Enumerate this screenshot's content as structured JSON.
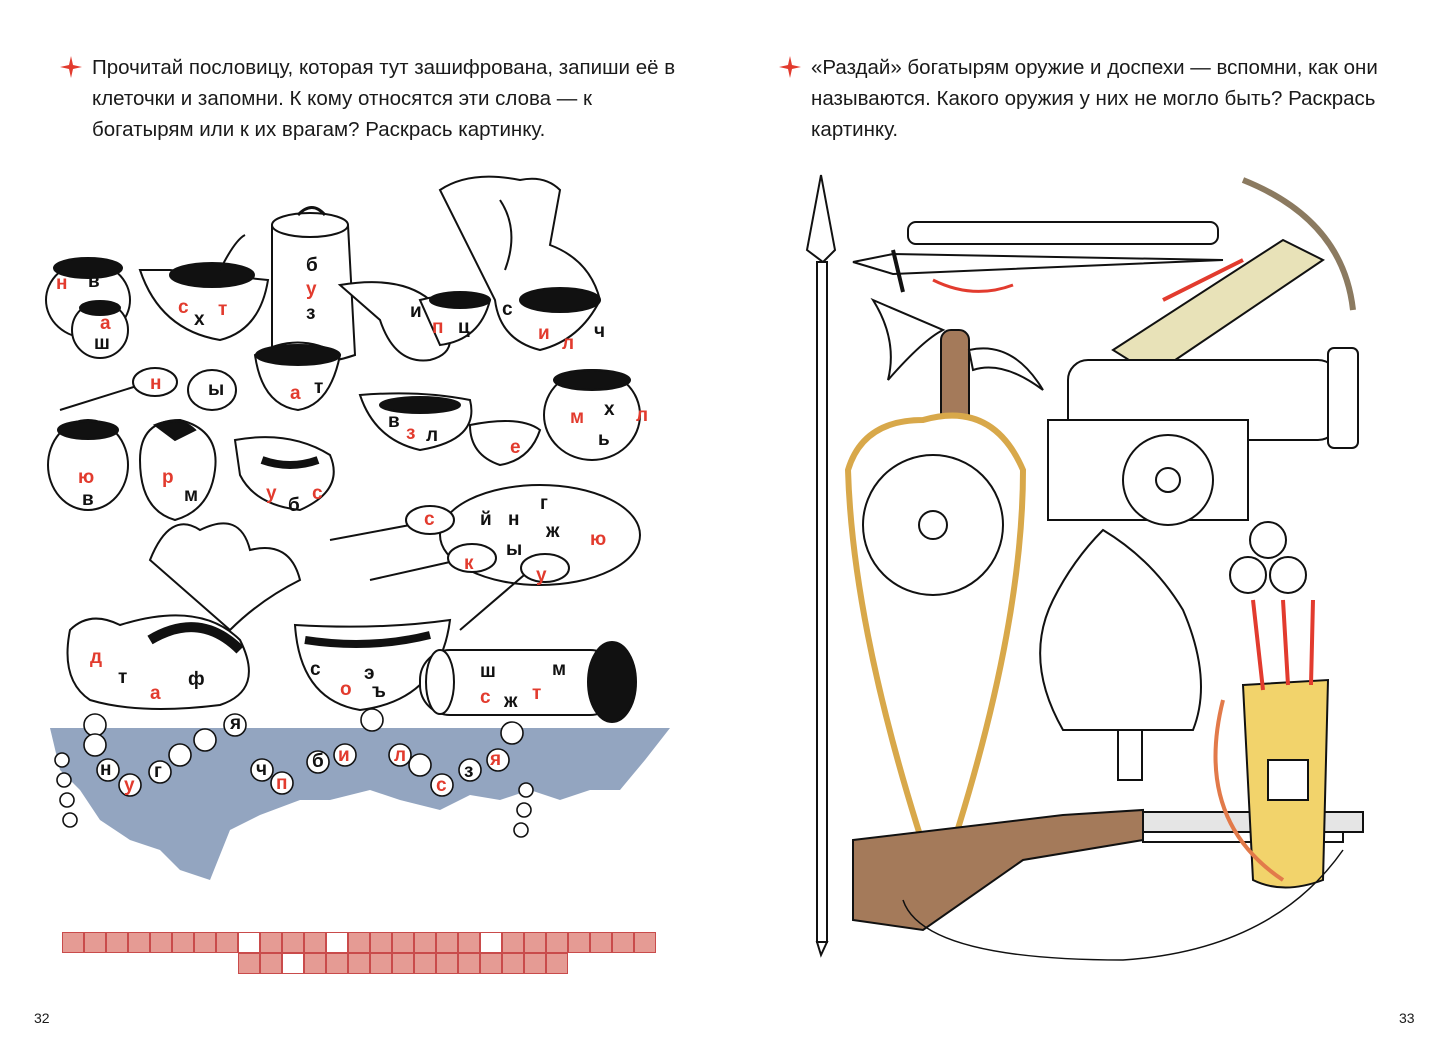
{
  "left_page": {
    "task_text": "Прочитай пословицу, которая тут зашифрована, запиши её в клеточки и запомни. К кому относятся эти слова — к богатырям или к их врагам? Раскрась картинку.",
    "page_number": "32",
    "accent_color": "#e23b2e",
    "letters": [
      {
        "ch": "н",
        "c": "red"
      },
      {
        "ch": "в",
        "c": "blk"
      },
      {
        "ch": "а",
        "c": "red"
      },
      {
        "ch": "ш",
        "c": "blk"
      },
      {
        "ch": "с",
        "c": "red"
      },
      {
        "ch": "х",
        "c": "blk"
      },
      {
        "ch": "т",
        "c": "red"
      },
      {
        "ch": "б",
        "c": "blk"
      },
      {
        "ch": "у",
        "c": "red"
      },
      {
        "ch": "з",
        "c": "blk"
      },
      {
        "ch": "и",
        "c": "blk"
      },
      {
        "ch": "п",
        "c": "red"
      },
      {
        "ch": "ц",
        "c": "blk"
      },
      {
        "ch": "с",
        "c": "blk"
      },
      {
        "ch": "и",
        "c": "red"
      },
      {
        "ch": "л",
        "c": "red"
      },
      {
        "ch": "ч",
        "c": "blk"
      },
      {
        "ch": "н",
        "c": "red"
      },
      {
        "ch": "ы",
        "c": "blk"
      },
      {
        "ch": "а",
        "c": "red"
      },
      {
        "ch": "т",
        "c": "blk"
      },
      {
        "ch": "в",
        "c": "blk"
      },
      {
        "ch": "з",
        "c": "red"
      },
      {
        "ch": "л",
        "c": "blk"
      },
      {
        "ch": "е",
        "c": "red"
      },
      {
        "ch": "м",
        "c": "red"
      },
      {
        "ch": "х",
        "c": "blk"
      },
      {
        "ch": "л",
        "c": "red"
      },
      {
        "ch": "ь",
        "c": "blk"
      },
      {
        "ch": "ю",
        "c": "red"
      },
      {
        "ch": "в",
        "c": "blk"
      },
      {
        "ch": "р",
        "c": "red"
      },
      {
        "ch": "м",
        "c": "blk"
      },
      {
        "ch": "у",
        "c": "red"
      },
      {
        "ch": "с",
        "c": "red"
      },
      {
        "ch": "б",
        "c": "blk"
      },
      {
        "ch": "с",
        "c": "red"
      },
      {
        "ch": "й",
        "c": "blk"
      },
      {
        "ch": "н",
        "c": "blk"
      },
      {
        "ch": "г",
        "c": "blk"
      },
      {
        "ch": "ы",
        "c": "blk"
      },
      {
        "ch": "ж",
        "c": "blk"
      },
      {
        "ch": "ю",
        "c": "red"
      },
      {
        "ch": "к",
        "c": "red"
      },
      {
        "ch": "у",
        "c": "red"
      },
      {
        "ch": "д",
        "c": "red"
      },
      {
        "ch": "т",
        "c": "blk"
      },
      {
        "ch": "а",
        "c": "red"
      },
      {
        "ch": "ф",
        "c": "blk"
      },
      {
        "ch": "с",
        "c": "blk"
      },
      {
        "ch": "о",
        "c": "red"
      },
      {
        "ch": "э",
        "c": "blk"
      },
      {
        "ch": "ъ",
        "c": "blk"
      },
      {
        "ch": "ш",
        "c": "blk"
      },
      {
        "ch": "м",
        "c": "blk"
      },
      {
        "ch": "с",
        "c": "red"
      },
      {
        "ch": "ж",
        "c": "blk"
      },
      {
        "ch": "т",
        "c": "red"
      },
      {
        "ch": "н",
        "c": "blk"
      },
      {
        "ch": "у",
        "c": "red"
      },
      {
        "ch": "г",
        "c": "blk"
      },
      {
        "ch": "я",
        "c": "blk"
      },
      {
        "ch": "ч",
        "c": "blk"
      },
      {
        "ch": "п",
        "c": "red"
      },
      {
        "ch": "б",
        "c": "blk"
      },
      {
        "ch": "и",
        "c": "red"
      },
      {
        "ch": "л",
        "c": "red"
      },
      {
        "ch": "с",
        "c": "red"
      },
      {
        "ch": "з",
        "c": "blk"
      },
      {
        "ch": "я",
        "c": "red"
      }
    ]
  },
  "right_page": {
    "task_text": "«Раздай» богатырям оружие и доспехи — вспомни, как они называются. Какого оружия у них не могло быть? Раскрась картинку.",
    "page_number": "33"
  }
}
